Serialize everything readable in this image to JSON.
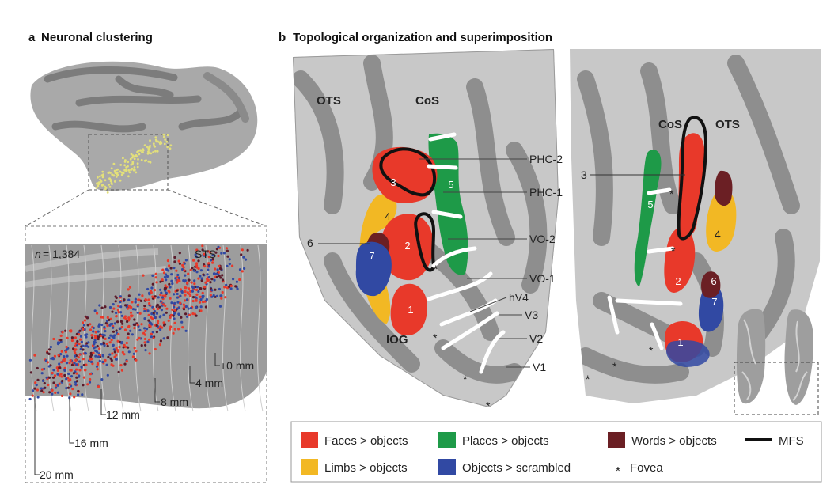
{
  "panel_a": {
    "letter": "a",
    "title": "Neuronal clustering",
    "n_prefix": "n",
    "n_value": "= 1,384",
    "sts_label": "STS",
    "depths": [
      "+0 mm",
      "4 mm",
      "8 mm",
      "12 mm",
      "16 mm",
      "20 mm"
    ]
  },
  "panel_b": {
    "letter": "b",
    "title": "Topological organization and superimposition",
    "left": {
      "sulci": [
        "OTS",
        "CoS",
        "IOG"
      ],
      "areas": [
        "PHC-2",
        "PHC-1",
        "VO-2",
        "VO-1",
        "hV4",
        "V3",
        "V2",
        "V1"
      ],
      "roi_numbers": [
        "1",
        "2",
        "3",
        "4",
        "6",
        "7",
        "5"
      ]
    },
    "right": {
      "sulci": [
        "CoS",
        "OTS"
      ],
      "roi_numbers": [
        "1",
        "2",
        "3",
        "4",
        "5",
        "6",
        "7"
      ]
    }
  },
  "legend": {
    "items": [
      {
        "label": "Faces > objects",
        "color": "#e8392a"
      },
      {
        "label": "Places > objects",
        "color": "#1e9a48"
      },
      {
        "label": "Words > objects",
        "color": "#6b1f24"
      },
      {
        "label": "Limbs > objects",
        "color": "#f2b824"
      },
      {
        "label": "Objects > scrambled",
        "color": "#3149a3"
      }
    ],
    "mfs_label": "MFS",
    "fovea_symbol": "*",
    "fovea_label": "Fovea"
  }
}
